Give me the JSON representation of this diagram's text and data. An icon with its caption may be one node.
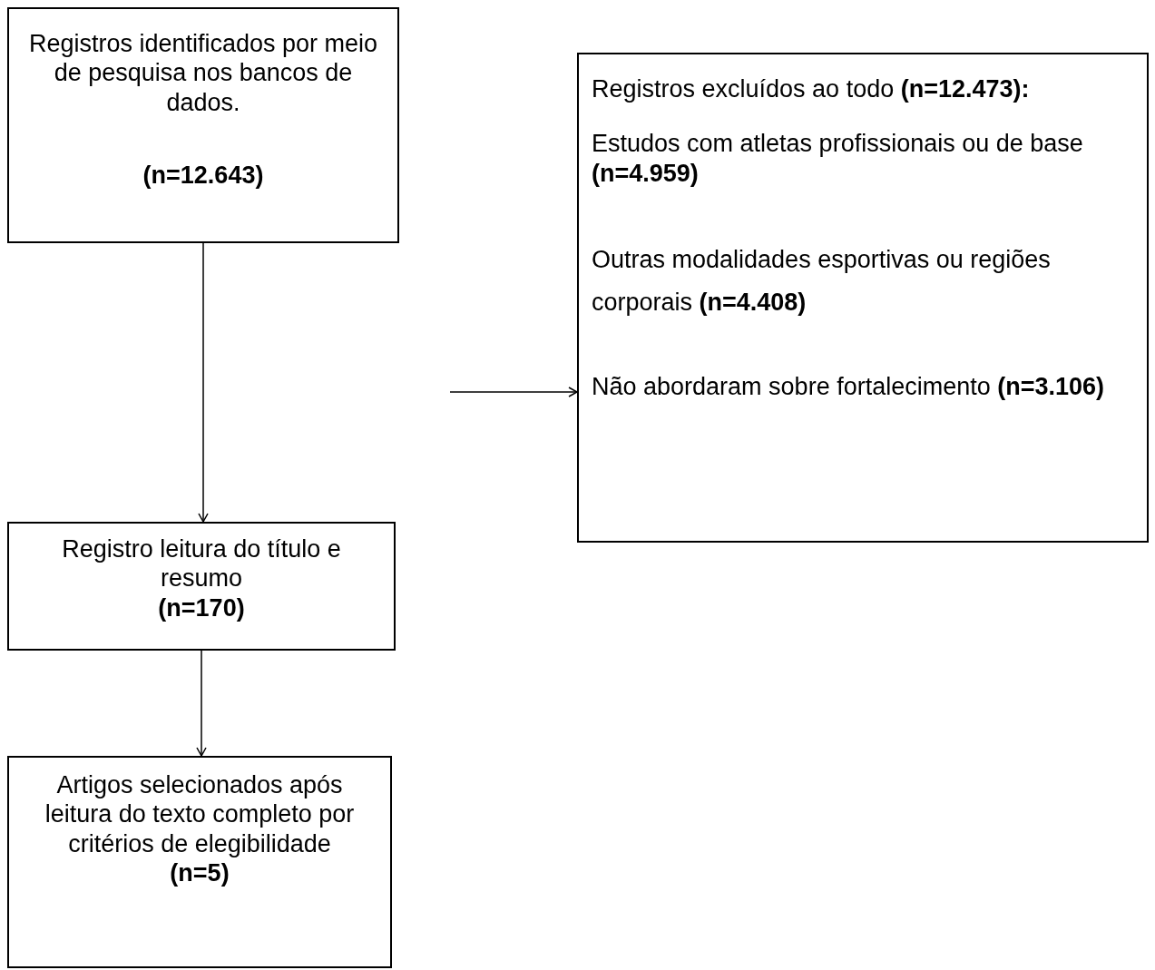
{
  "diagram": {
    "nodes": [
      {
        "text": [
          "Registros identificados por meio de pesquisa nos bancos de dados.",
          "(n=12.643)"
        ]
      },
      {
        "text": [
          "Registros excluídos ao todo **(n=12.473):**",
          "Estudos com atletas profissionais ou de base **(n=4.959)**",
          "Outras modalidades esportivas ou regiões corporais **(n=4.408)**",
          "Não abordaram sobre fortalecimento **(n=3.106)**"
        ]
      },
      {
        "text": [
          "Registro leitura do título e resumo",
          "(n=170)"
        ]
      },
      {
        "text": [
          "Artigos selecionados após leitura do texto completo por critérios de elegibilidade",
          "(n=5)"
        ]
      }
    ],
    "edges": [
      {
        "from": 0,
        "to": 2,
        "arrow": "to"
      },
      {
        "from": null,
        "to": 1,
        "arrow": "to"
      },
      {
        "from": 2,
        "to": 3,
        "arrow": "to"
      }
    ]
  }
}
